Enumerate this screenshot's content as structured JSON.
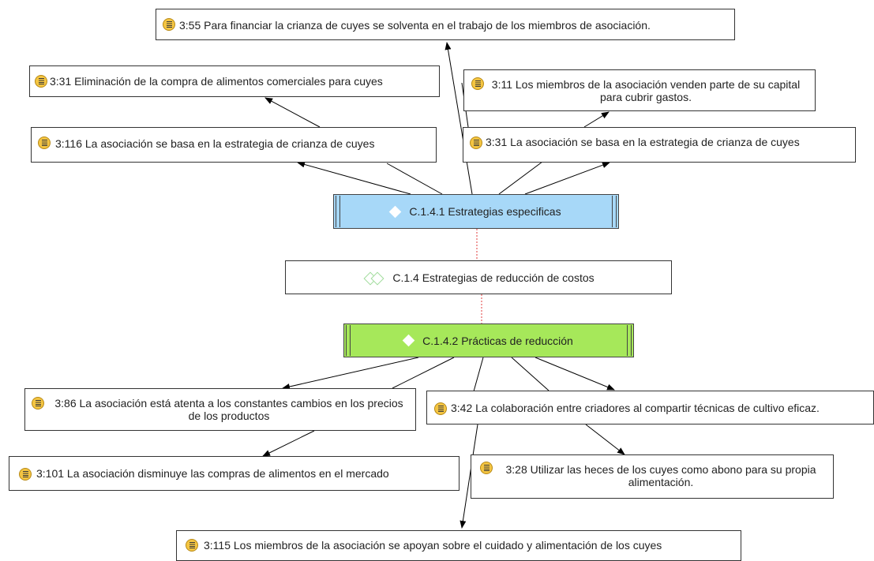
{
  "codes": {
    "c141": "C.1.4.1 Estrategias especificas",
    "c14": "C.1.4 Estrategias de reducción de costos",
    "c142": "C.1.4.2 Prácticas de reducción"
  },
  "quotes": {
    "q355": "3:55 Para financiar la crianza de cuyes se solventa en el trabajo de los miembros de asociación.",
    "q331a": "3:31 Eliminación de la compra de alimentos comerciales para cuyes",
    "q311": "3:11 Los miembros de la asociación venden parte de su capital para cubrir gastos.",
    "q3116": "3:116 La asociación se basa en la estrategia de crianza de cuyes",
    "q331b": "3:31 La asociación se basa en la estrategia de crianza de cuyes",
    "q386": "3:86 La asociación está atenta a los constantes cambios en los precios de los productos",
    "q342": "3:42 La colaboración entre criadores al compartir técnicas de cultivo eficaz.",
    "q3101": "3:101 La asociación disminuye las compras de alimentos en el mercado",
    "q328": "3:28 Utilizar las heces de los cuyes como abono para su propia alimentación.",
    "q3115": "3:115 Los miembros de la asociación se apoyan sobre el cuidado y alimentación de los cuyes"
  },
  "colors": {
    "specific_code": "#a7d8f8",
    "practice_code": "#a6e85a",
    "quote_icon": "#f4c542",
    "link_dashed": "#e23b3b"
  },
  "icons": {
    "quote": "document-lines-icon",
    "code": "diamond-icon",
    "code_group": "double-diamond-icon"
  }
}
